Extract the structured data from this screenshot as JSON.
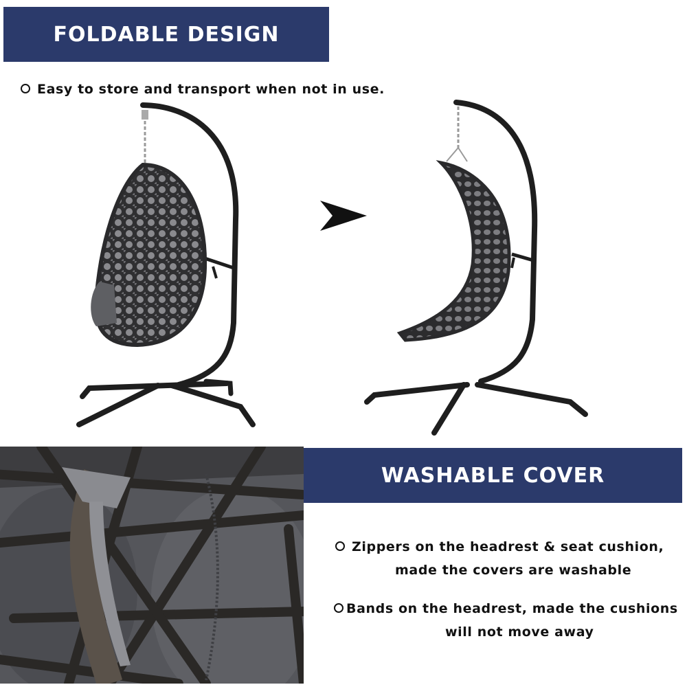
{
  "foldable": {
    "title": "FOLDABLE DESIGN",
    "bullet": "Easy to store and transport when not in use."
  },
  "washable": {
    "title": "WASHABLE COVER",
    "bullet1_line1": "Zippers on the headrest & seat cushion,",
    "bullet1_line2": "made the covers are washable",
    "bullet2_line1": "Bands on the headrest, made the cushions",
    "bullet2_line2": "will not move away"
  },
  "colors": {
    "banner": "#2b3a6b",
    "banner_text": "#ffffff",
    "frame": "#1e1e1e",
    "wicker": "#3a3a3c",
    "cushion": "#5e5f63"
  },
  "icons": {
    "bullet": "hollow-circle",
    "arrow": "right-pointing-arrowhead"
  }
}
